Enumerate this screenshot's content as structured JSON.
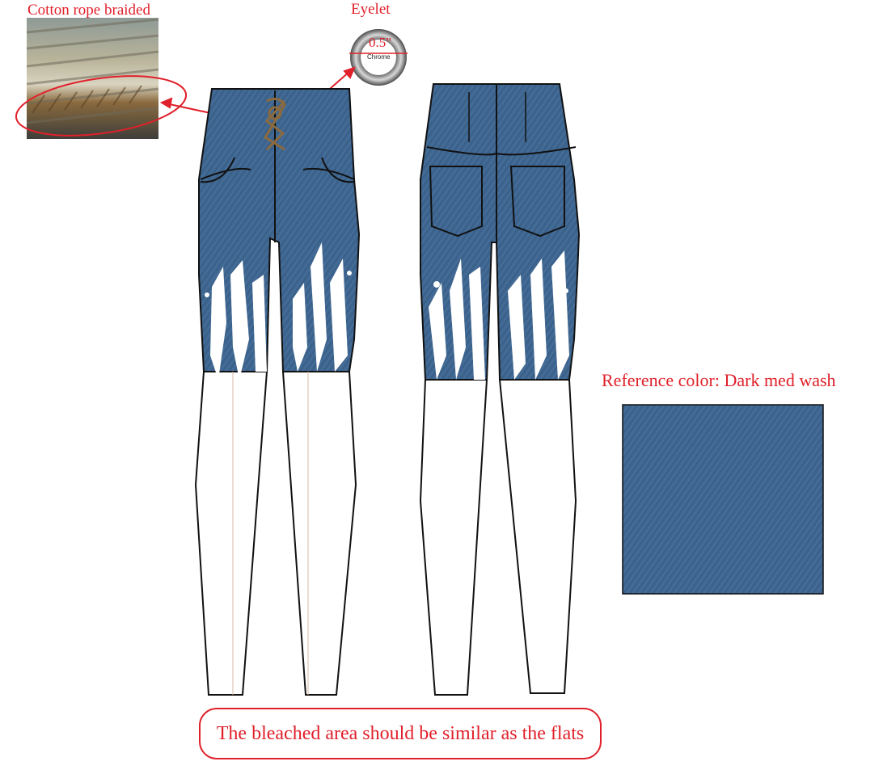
{
  "annotations": {
    "rope_label": "Cotton rope braided",
    "eyelet_label": "Eyelet",
    "eyelet_size": "0.5\"",
    "eyelet_finish": "Chrome",
    "reference_label": "Reference color: Dark med wash",
    "note": "The bleached area should be similar as the flats"
  },
  "colors": {
    "annotation": "#e0202a",
    "denim": "#3f6690",
    "denim_dark": "#2f5479",
    "rope": "#8a6a3e",
    "outline": "#111111"
  },
  "icons": {
    "rope_swatch": "rope-swatch-image",
    "eyelet": "eyelet-icon",
    "denim_swatch": "denim-swatch-image"
  }
}
